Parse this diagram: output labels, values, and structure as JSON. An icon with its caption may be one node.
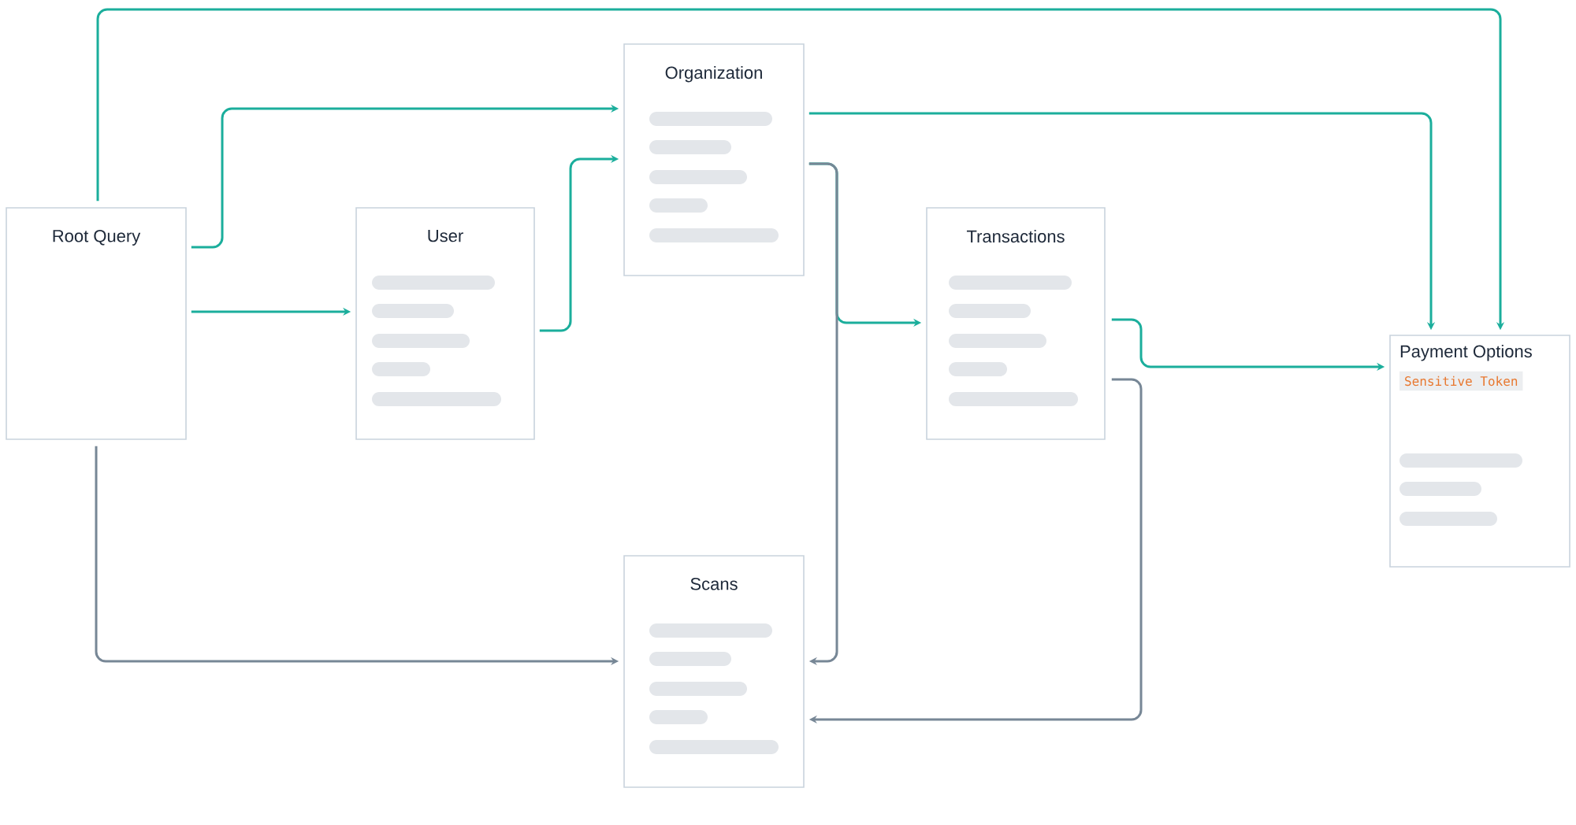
{
  "diagram": {
    "nodes": [
      {
        "text": [
          "Root Query"
        ]
      },
      {
        "text": [
          "User"
        ]
      },
      {
        "text": [
          "Organization"
        ]
      },
      {
        "text": [
          "Transactions"
        ]
      },
      {
        "text": [
          "Payment Options",
          "Sensitive Token"
        ]
      },
      {
        "text": [
          "Scans"
        ]
      }
    ],
    "edges": [
      {
        "from": 0,
        "to": 2,
        "arrow": "to"
      },
      {
        "from": 0,
        "to": 1,
        "arrow": "to"
      },
      {
        "from": 1,
        "to": 2,
        "arrow": "to"
      },
      {
        "from": 0,
        "to": 4,
        "arrow": "to"
      },
      {
        "from": 2,
        "to": 4,
        "arrow": "to"
      },
      {
        "from": 2,
        "to": 3,
        "arrow": "to"
      },
      {
        "from": 3,
        "to": 4,
        "arrow": "to"
      },
      {
        "from": 0,
        "to": 5,
        "arrow": "to",
        "color": "#778796"
      },
      {
        "from": 2,
        "to": 5,
        "arrow": "to",
        "color": "#778796"
      },
      {
        "from": 3,
        "to": 5,
        "arrow": "to",
        "color": "#778796"
      }
    ]
  }
}
